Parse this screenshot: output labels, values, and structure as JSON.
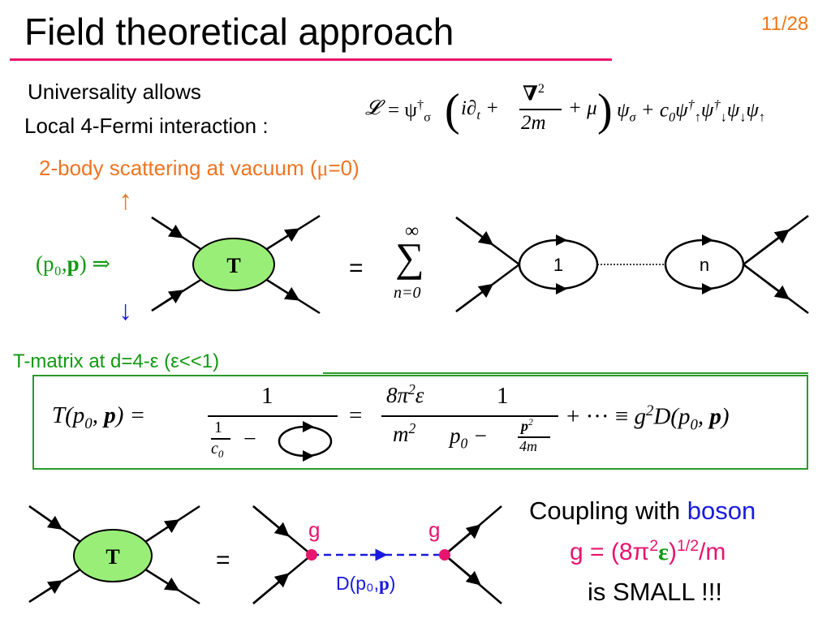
{
  "title": "Field theoretical approach",
  "page_number": "11/28",
  "intro": {
    "line1": "Universality allows",
    "line2": "Local 4-Fermi interaction :"
  },
  "lagrangian_label": "𝓛",
  "scattering_heading": "2-body scattering at vacuum (",
  "scattering_mu": "μ",
  "scattering_tail": "=0)",
  "incoming_label": "(p₀,",
  "incoming_bold": "p",
  "incoming_tail": ") ⇒",
  "spin_up_arrow": "↑",
  "spin_down_arrow": "↓",
  "vertex_T_label": "T",
  "equals": "=",
  "sum_upper": "∞",
  "sum_symbol": "∑",
  "sum_lower": "n=0",
  "bubble_first": "1",
  "bubble_last": "n",
  "tmatrix_heading": "T-matrix at d=4-ε  (ε<<1)",
  "coupling": {
    "line1_prefix": "Coupling with ",
    "line1_word": "boson",
    "g_label": "g",
    "propagator_label_prefix": "D(p₀,",
    "propagator_label_bold": "p",
    "propagator_label_suffix": ")",
    "formula": "g = (8π",
    "formula_sq": "2",
    "formula_eps": "ε",
    "formula_close": ")",
    "formula_power": "1/2",
    "formula_tail": "/m",
    "line3": "is SMALL !!!"
  },
  "colors": {
    "title_rule": "#e8146e",
    "page_number": "#f07818",
    "orange": "#ee7422",
    "green": "#119911",
    "blue": "#1a1adf",
    "pink": "#e8146e",
    "vertex_fill": "#99ee77",
    "box_border": "#2a9a2a"
  }
}
